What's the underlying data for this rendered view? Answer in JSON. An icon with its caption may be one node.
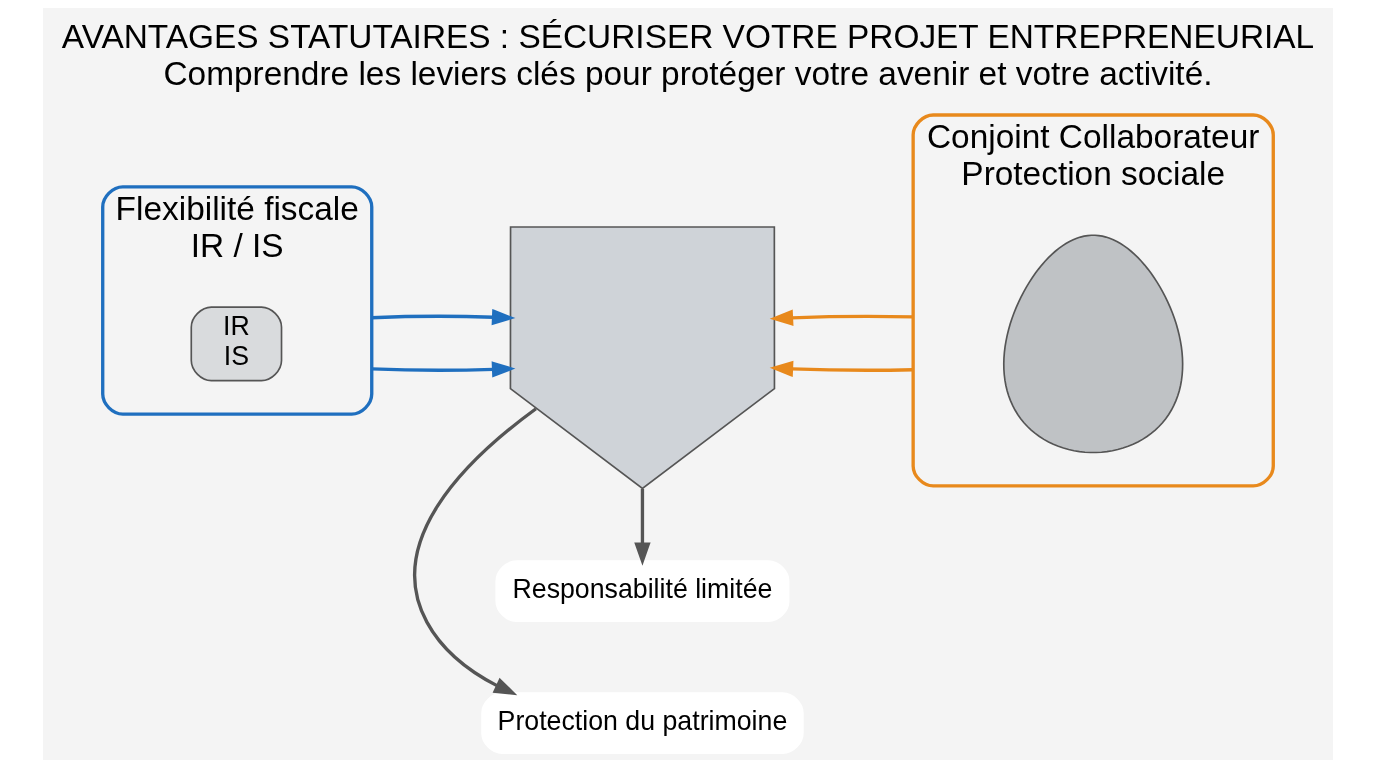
{
  "diagram": {
    "title": "AVANTAGES STATUTAIRES : SÉCURISER VOTRE PROJET ENTREPRENEURIAL",
    "caption": "Comprendre les leviers clés pour protéger votre avenir et votre activité.",
    "nodes": [
      {
        "text": [
          "Flexibilité fiscale",
          "IR / IS"
        ]
      },
      {
        "text": [
          "IR",
          "IS"
        ],
        "in": 0
      },
      {
        "text": [
          "Conjoint Collaborateur",
          "Protection sociale"
        ]
      },
      {
        "text": [],
        "shape": "person",
        "in": 2
      },
      {
        "text": [],
        "shape": "picture"
      },
      {
        "text": [
          "Protection du patrimoine"
        ]
      },
      {
        "text": [
          "Responsabilité limitée"
        ]
      }
    ],
    "edges": [
      {
        "from": 0,
        "to": 4,
        "arrow": "to",
        "color": "#1f6fbf"
      },
      {
        "from": 0,
        "to": 4,
        "arrow": "to",
        "color": "#1f6fbf"
      },
      {
        "from": 2,
        "to": 4,
        "arrow": "to",
        "color": "#e8891c"
      },
      {
        "from": 2,
        "to": 4,
        "arrow": "to",
        "color": "#e8891c"
      },
      {
        "from": 4,
        "to": 5,
        "arrow": "to",
        "color": "#555555"
      },
      {
        "from": 4,
        "to": 6,
        "arrow": "to",
        "color": "#555555"
      }
    ]
  }
}
